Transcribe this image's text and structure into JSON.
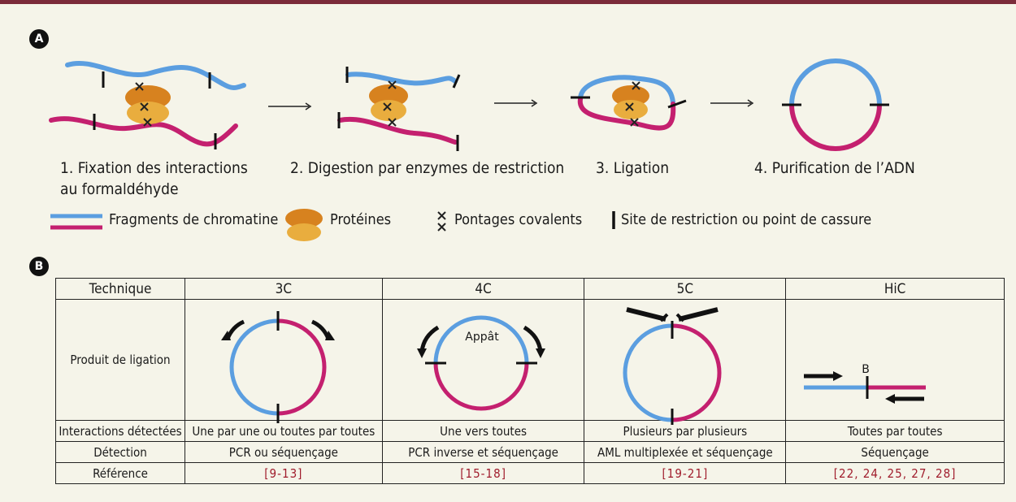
{
  "panel_a": {
    "badge": "A",
    "steps": [
      {
        "label_line1": "1. Fixation des interactions",
        "label_line2": "au formaldéhyde"
      },
      {
        "label_line1": "2. Digestion par enzymes de restriction",
        "label_line2": ""
      },
      {
        "label_line1": "3. Ligation",
        "label_line2": ""
      },
      {
        "label_line1": "4. Purification de l’ADN",
        "label_line2": ""
      }
    ],
    "legend": {
      "chromatin": "Fragments de chromatine",
      "proteins": "Protéines",
      "crosslinks": "Pontages covalents",
      "restriction": "Site de restriction ou point de cassure"
    }
  },
  "panel_b": {
    "badge": "B",
    "header": [
      "Technique",
      "3C",
      "4C",
      "5C",
      "HiC"
    ],
    "row_product": {
      "label": "Produit de ligation",
      "bait_label": "Appât",
      "hic_label": "B"
    },
    "row_interactions": [
      "Interactions détectées",
      "Une par une ou toutes par toutes",
      "Une vers toutes",
      "Plusieurs par plusieurs",
      "Toutes par toutes"
    ],
    "row_detection": [
      "Détection",
      "PCR ou séquençage",
      "PCR inverse et séquençage",
      "AML multiplexée et séquençage",
      "Séquençage"
    ],
    "row_reference": [
      "Référence",
      "[9-13]",
      "[15-18]",
      "[19-21]",
      "[22, 24, 25, 27, 28]"
    ]
  },
  "colors": {
    "blue": "#5b9ee0",
    "magenta": "#c4206f",
    "protein_dark": "#d7821f",
    "protein_light": "#e9ad3e",
    "ref": "#a01c2c"
  }
}
